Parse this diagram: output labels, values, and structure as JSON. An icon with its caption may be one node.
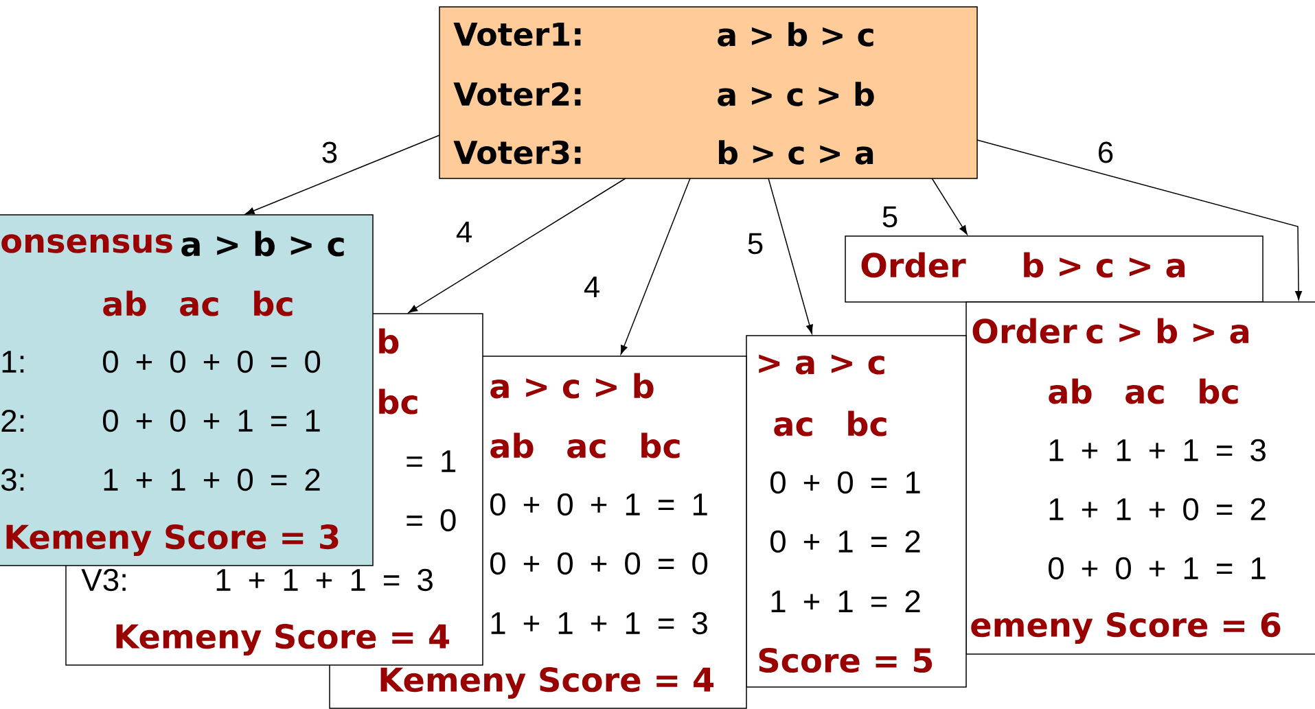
{
  "diagram": {
    "nodes": [
      {
        "text": [
          "Voter1:",
          "a > b > c",
          "Voter2:",
          "a > c > b",
          "Voter3:",
          "b > c > a"
        ]
      },
      {
        "text": [
          "onsensus",
          "a > b > c",
          "ab ac bc",
          "1:",
          "0 + 0 + 0 = 0",
          "2:",
          "0 + 0 + 1 = 1",
          "3:",
          "1 + 1 + 0 = 2",
          "Kemeny Score = 3"
        ]
      },
      {
        "text": [
          "b",
          "bc",
          "= 1",
          "= 0",
          "V3:",
          "1 + 1 + 1 = 3",
          "Kemeny Score = 4"
        ]
      },
      {
        "text": [
          "a > c > b",
          "ab ac bc",
          "0 + 0 + 1 = 1",
          "0 + 0 + 0 = 0",
          "1 + 1 + 1 = 3",
          "Kemeny Score = 4"
        ]
      },
      {
        "text": [
          "> a > c",
          "ac bc",
          "0 + 0 = 1",
          "0 + 1 = 2",
          "1 + 1 = 2",
          "Score = 5"
        ]
      },
      {
        "text": [
          "Order",
          "b > c > a"
        ]
      },
      {
        "text": [
          "Order",
          "c > b > a",
          "ab ac bc",
          "1 + 1 + 1 = 3",
          "1 + 1 + 0 = 2",
          "0 + 0 + 1 = 1",
          "emeny Score = 6"
        ]
      }
    ],
    "edges": [
      {
        "from": 0,
        "to": 1,
        "arrow": "to",
        "label": "3"
      },
      {
        "from": 0,
        "to": 2,
        "arrow": "to",
        "label": "4"
      },
      {
        "from": 0,
        "to": 3,
        "arrow": "to",
        "label": "4"
      },
      {
        "from": 0,
        "to": 4,
        "arrow": "to",
        "label": "5"
      },
      {
        "from": 0,
        "to": 5,
        "arrow": "to",
        "label": "5"
      },
      {
        "from": 0,
        "to": 6,
        "arrow": "to",
        "label": "6"
      }
    ]
  }
}
